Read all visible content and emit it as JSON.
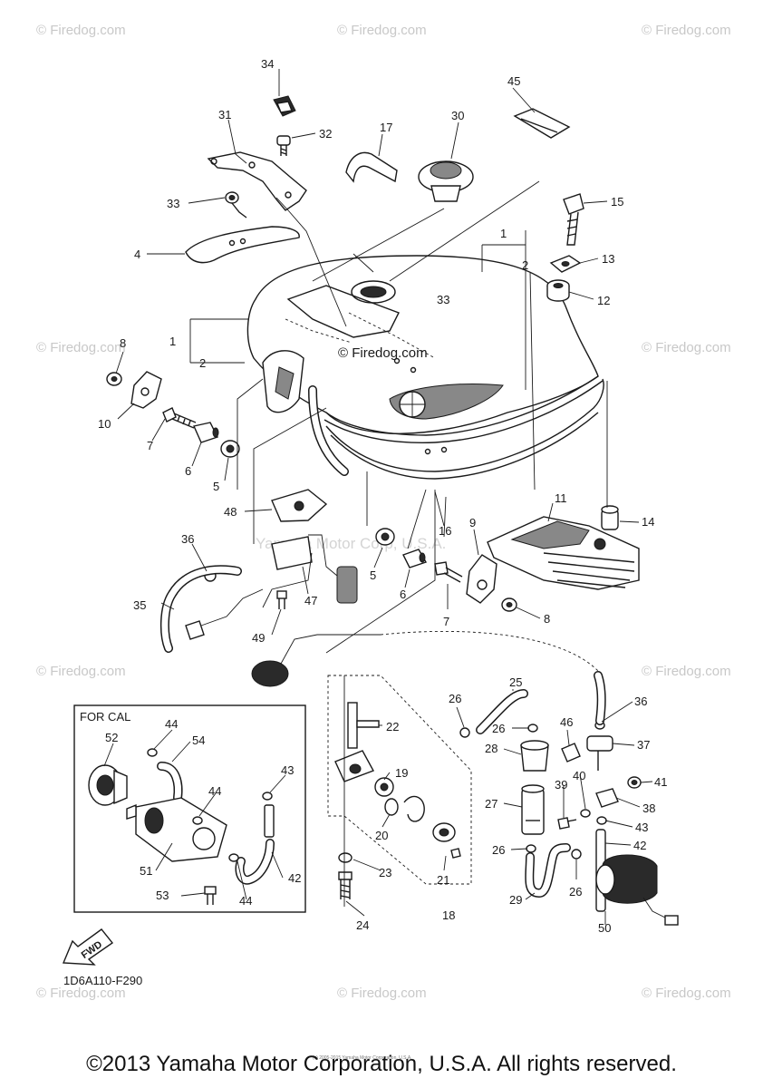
{
  "watermarks": {
    "site": "© Firedog.com",
    "tank": "© Firedog.com",
    "manufacturer": "Yamaha Motor Corp, U.S.A."
  },
  "callouts": {
    "c1a": "1",
    "c2a": "2",
    "c1b": "1",
    "c2b": "2",
    "c4": "4",
    "c5a": "5",
    "c5b": "5",
    "c6a": "6",
    "c6b": "6",
    "c7a": "7",
    "c7b": "7",
    "c8a": "8",
    "c8b": "8",
    "c9": "9",
    "c10": "10",
    "c11": "11",
    "c12": "12",
    "c13": "13",
    "c14": "14",
    "c15": "15",
    "c16": "16",
    "c17": "17",
    "c18": "18",
    "c19": "19",
    "c20": "20",
    "c21": "21",
    "c22": "22",
    "c23": "23",
    "c24": "24",
    "c25": "25",
    "c26a": "26",
    "c26b": "26",
    "c26c": "26",
    "c26d": "26",
    "c27": "27",
    "c28": "28",
    "c29": "29",
    "c30": "30",
    "c31": "31",
    "c32": "32",
    "c33a": "33",
    "c33b": "33",
    "c34": "34",
    "c35": "35",
    "c36a": "36",
    "c36b": "36",
    "c37": "37",
    "c38": "38",
    "c39": "39",
    "c40": "40",
    "c41": "41",
    "c42a": "42",
    "c42b": "42",
    "c43a": "43",
    "c43b": "43",
    "c44a": "44",
    "c44b": "44",
    "c44c": "44",
    "c45": "45",
    "c46": "46",
    "c47": "47",
    "c48": "48",
    "c49": "49",
    "c50": "50",
    "c51": "51",
    "c52": "52",
    "c53": "53",
    "c54": "54"
  },
  "inset": {
    "label": "FOR CAL"
  },
  "fwd_arrow": {
    "label": "FWD"
  },
  "diagram_code": "1D6A110-F290",
  "fine_print": "(c) 2005-2015 Yamaha Motor Corporation, U.S.A.",
  "copyright": "©2013 Yamaha Motor Corporation, U.S.A. All rights reserved."
}
